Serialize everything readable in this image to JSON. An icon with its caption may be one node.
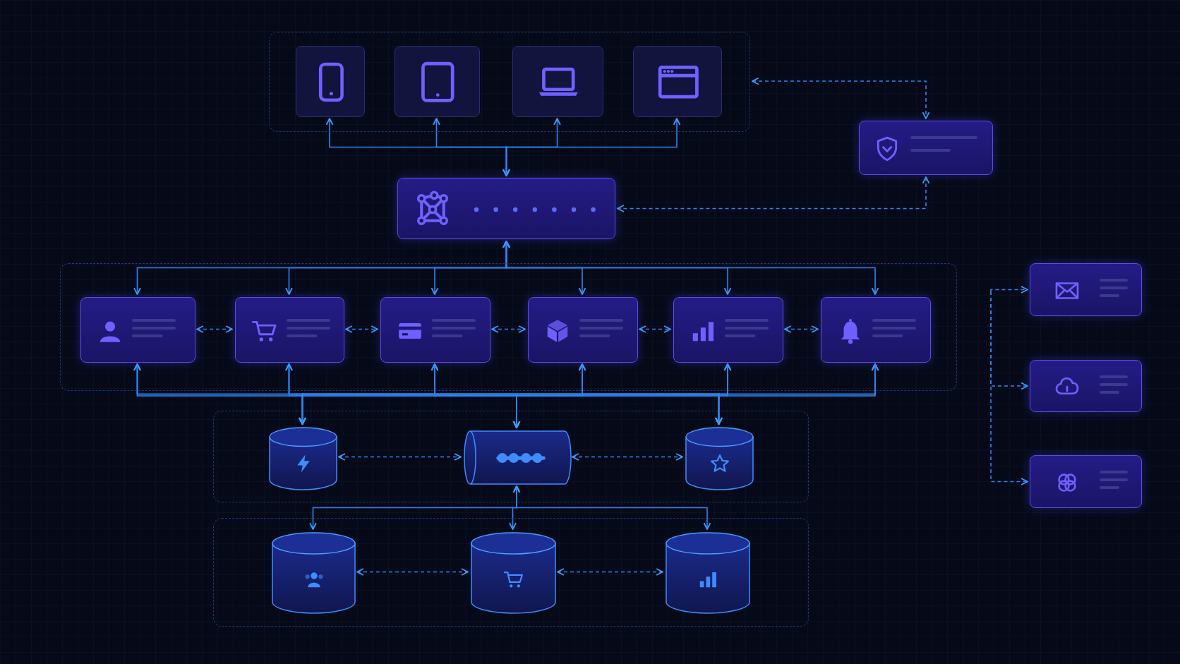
{
  "diagram": {
    "nodes": [
      {
        "text": [],
        "shape": "box"
      },
      {
        "text": [],
        "shape": "box",
        "in": 0
      },
      {
        "text": [],
        "shape": "box",
        "in": 0
      },
      {
        "text": [],
        "shape": "box",
        "in": 0
      },
      {
        "text": [],
        "shape": "box",
        "in": 0
      },
      {
        "text": [],
        "shape": "box"
      },
      {
        "text": [],
        "shape": "box"
      },
      {
        "text": [],
        "shape": "box"
      },
      {
        "text": [],
        "shape": "box",
        "in": 7
      },
      {
        "text": [],
        "shape": "box",
        "in": 7
      },
      {
        "text": [],
        "shape": "box",
        "in": 7
      },
      {
        "text": [],
        "shape": "box",
        "in": 7
      },
      {
        "text": [],
        "shape": "box",
        "in": 7
      },
      {
        "text": [],
        "shape": "box",
        "in": 7
      },
      {
        "text": [],
        "shape": "box"
      },
      {
        "text": [],
        "shape": "cylinder",
        "in": 14
      },
      {
        "text": [],
        "shape": "cylinder",
        "in": 14
      },
      {
        "text": [],
        "shape": "cylinder",
        "in": 14
      },
      {
        "text": [],
        "shape": "box"
      },
      {
        "text": [],
        "shape": "cylinder",
        "in": 18
      },
      {
        "text": [],
        "shape": "cylinder",
        "in": 18
      },
      {
        "text": [],
        "shape": "cylinder",
        "in": 18
      },
      {
        "text": [],
        "shape": "box"
      },
      {
        "text": [],
        "shape": "box"
      },
      {
        "text": [],
        "shape": "box"
      }
    ],
    "edges": [
      {
        "from": 6,
        "to": 1,
        "arrow": "both"
      },
      {
        "from": 6,
        "to": 2,
        "arrow": "both"
      },
      {
        "from": 6,
        "to": 3,
        "arrow": "both"
      },
      {
        "from": 6,
        "to": 4,
        "arrow": "both"
      },
      {
        "from": 0,
        "to": 5,
        "arrow": "both",
        "style": "dashed"
      },
      {
        "from": 5,
        "to": 6,
        "arrow": "both",
        "style": "dashed"
      },
      {
        "from": 6,
        "to": 8,
        "arrow": "both"
      },
      {
        "from": 6,
        "to": 9,
        "arrow": "both"
      },
      {
        "from": 6,
        "to": 10,
        "arrow": "both"
      },
      {
        "from": 6,
        "to": 11,
        "arrow": "both"
      },
      {
        "from": 6,
        "to": 12,
        "arrow": "both"
      },
      {
        "from": 6,
        "to": 13,
        "arrow": "both"
      },
      {
        "from": 8,
        "to": 9,
        "arrow": "both",
        "style": "dashed"
      },
      {
        "from": 9,
        "to": 10,
        "arrow": "both",
        "style": "dashed"
      },
      {
        "from": 10,
        "to": 11,
        "arrow": "both",
        "style": "dashed"
      },
      {
        "from": 11,
        "to": 12,
        "arrow": "both",
        "style": "dashed"
      },
      {
        "from": 12,
        "to": 13,
        "arrow": "both",
        "style": "dashed"
      },
      {
        "from": 8,
        "to": 15,
        "arrow": "both"
      },
      {
        "from": 8,
        "to": 16,
        "arrow": "both"
      },
      {
        "from": 8,
        "to": 17,
        "arrow": "both"
      },
      {
        "from": 9,
        "to": 15,
        "arrow": "both"
      },
      {
        "from": 9,
        "to": 16,
        "arrow": "both"
      },
      {
        "from": 9,
        "to": 17,
        "arrow": "both"
      },
      {
        "from": 10,
        "to": 15,
        "arrow": "both"
      },
      {
        "from": 10,
        "to": 16,
        "arrow": "both"
      },
      {
        "from": 10,
        "to": 17,
        "arrow": "both"
      },
      {
        "from": 11,
        "to": 15,
        "arrow": "both"
      },
      {
        "from": 11,
        "to": 16,
        "arrow": "both"
      },
      {
        "from": 11,
        "to": 17,
        "arrow": "both"
      },
      {
        "from": 12,
        "to": 15,
        "arrow": "both"
      },
      {
        "from": 12,
        "to": 16,
        "arrow": "both"
      },
      {
        "from": 12,
        "to": 17,
        "arrow": "both"
      },
      {
        "from": 13,
        "to": 15,
        "arrow": "both"
      },
      {
        "from": 13,
        "to": 16,
        "arrow": "both"
      },
      {
        "from": 13,
        "to": 17,
        "arrow": "both"
      },
      {
        "from": 15,
        "to": 16,
        "arrow": "both",
        "style": "dashed"
      },
      {
        "from": 16,
        "to": 17,
        "arrow": "both",
        "style": "dashed"
      },
      {
        "from": 16,
        "to": 19,
        "arrow": "both"
      },
      {
        "from": 16,
        "to": 20,
        "arrow": "both"
      },
      {
        "from": 16,
        "to": 21,
        "arrow": "both"
      },
      {
        "from": 19,
        "to": 20,
        "arrow": "both",
        "style": "dashed"
      },
      {
        "from": 20,
        "to": 21,
        "arrow": "both",
        "style": "dashed"
      },
      {
        "from": null,
        "to": 22,
        "arrow": "to",
        "style": "dashed"
      },
      {
        "from": null,
        "to": 23,
        "arrow": "to",
        "style": "dashed"
      },
      {
        "from": null,
        "to": 24,
        "arrow": "to",
        "style": "dashed"
      }
    ]
  }
}
